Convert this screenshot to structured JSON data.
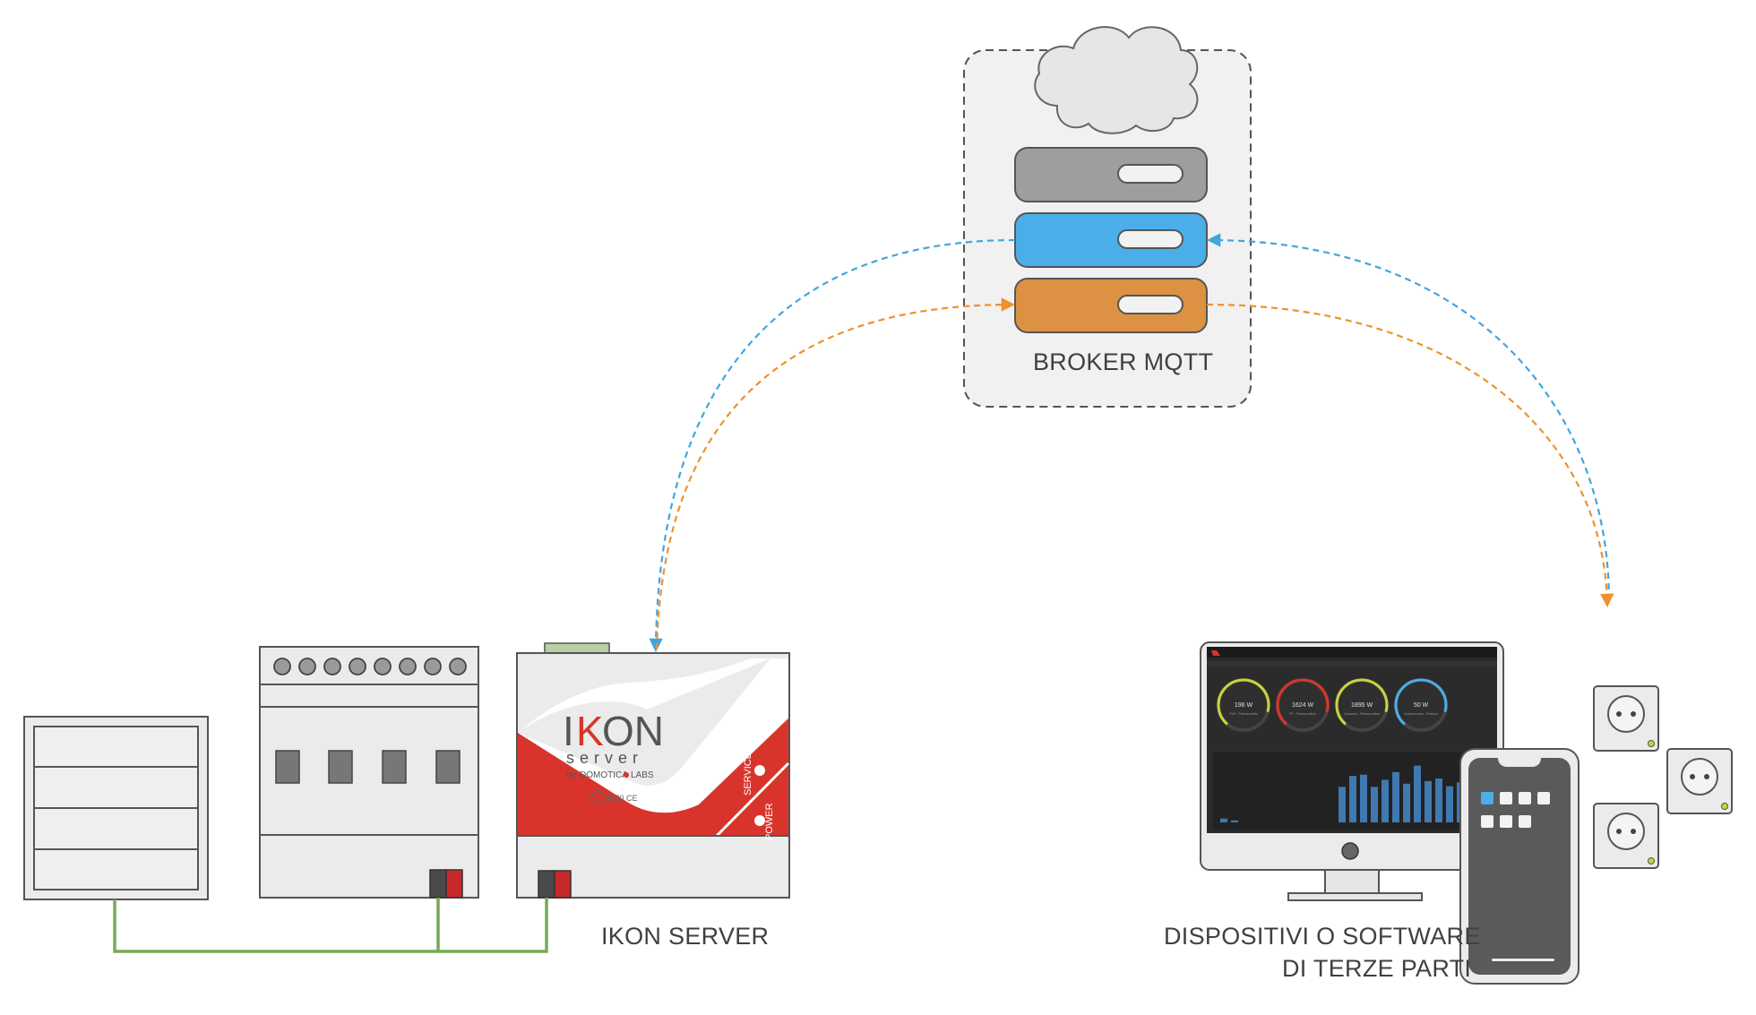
{
  "labels": {
    "broker": "BROKER MQTT",
    "ikon_server": "IKON SERVER",
    "third_party_line1": "DISPOSITIVI O SOFTWARE",
    "third_party_line2": "DI TERZE PARTI"
  },
  "ikon_device": {
    "brand_k": "K",
    "brand_i": "I",
    "brand_on": "ON",
    "brand_sub": "server",
    "by_text": "by",
    "maker_a": "DOMOTICA",
    "maker_b": "LABS",
    "cert": "IP20 CE",
    "service_label": "SERVICE",
    "power_label": "POWER"
  },
  "dashboard": {
    "gauges": [
      {
        "value": "196 W",
        "caption": "PVE - Potenza della"
      },
      {
        "value": "1624 W",
        "caption": "PF - Potenza attiva"
      },
      {
        "value": "1895 W",
        "caption": "Consumo - Potenza attiva"
      },
      {
        "value": "50 W",
        "caption": "Autoconsumo - Potenza"
      }
    ],
    "bars": [
      0.06,
      0.03,
      0,
      0,
      0,
      0,
      0,
      0,
      0,
      0,
      0,
      0.55,
      0.72,
      0.74,
      0.55,
      0.66,
      0.78,
      0.6,
      0.88,
      0.64,
      0.68,
      0.56,
      0.62,
      0.78
    ]
  },
  "colors": {
    "blue_flow": "#42a5dc",
    "orange_flow": "#ec922e",
    "server_gray": "#9e9e9e",
    "server_blue": "#4aaee8",
    "server_orange": "#dd9142",
    "ikon_red": "#d9342b",
    "bus_green": "#77aa55"
  }
}
